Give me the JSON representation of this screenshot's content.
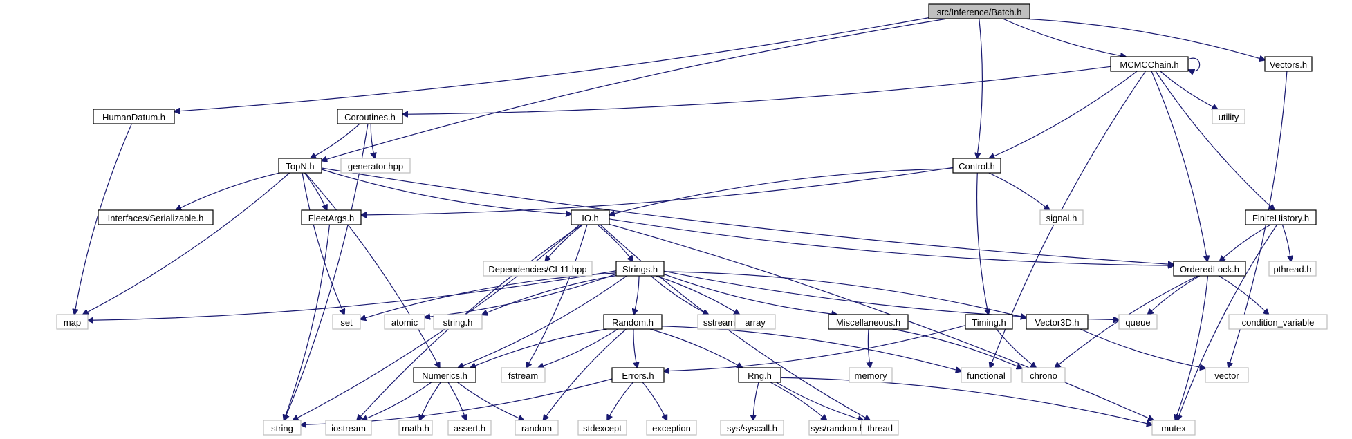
{
  "graph": {
    "root": "batch",
    "nodes": [
      {
        "id": "batch",
        "label": "src/Inference/Batch.h",
        "kind": "root"
      },
      {
        "id": "mcmcchain",
        "label": "MCMCChain.h",
        "kind": "file"
      },
      {
        "id": "vectors",
        "label": "Vectors.h",
        "kind": "file"
      },
      {
        "id": "humandatum",
        "label": "HumanDatum.h",
        "kind": "file"
      },
      {
        "id": "coroutines",
        "label": "Coroutines.h",
        "kind": "file"
      },
      {
        "id": "utility",
        "label": "utility",
        "kind": "system"
      },
      {
        "id": "generator",
        "label": "generator.hpp",
        "kind": "system"
      },
      {
        "id": "topn",
        "label": "TopN.h",
        "kind": "file"
      },
      {
        "id": "control",
        "label": "Control.h",
        "kind": "file"
      },
      {
        "id": "serializable",
        "label": "Interfaces/Serializable.h",
        "kind": "file"
      },
      {
        "id": "fleetargs",
        "label": "FleetArgs.h",
        "kind": "file"
      },
      {
        "id": "io",
        "label": "IO.h",
        "kind": "file"
      },
      {
        "id": "signal",
        "label": "signal.h",
        "kind": "system"
      },
      {
        "id": "finitehistory",
        "label": "FiniteHistory.h",
        "kind": "file"
      },
      {
        "id": "cl11",
        "label": "Dependencies/CL11.hpp",
        "kind": "system"
      },
      {
        "id": "strings",
        "label": "Strings.h",
        "kind": "file"
      },
      {
        "id": "orderedlock",
        "label": "OrderedLock.h",
        "kind": "file"
      },
      {
        "id": "pthread",
        "label": "pthread.h",
        "kind": "system"
      },
      {
        "id": "map",
        "label": "map",
        "kind": "system"
      },
      {
        "id": "set",
        "label": "set",
        "kind": "system"
      },
      {
        "id": "atomic",
        "label": "atomic",
        "kind": "system"
      },
      {
        "id": "stringh",
        "label": "string.h",
        "kind": "system"
      },
      {
        "id": "random_h",
        "label": "Random.h",
        "kind": "file"
      },
      {
        "id": "sstream",
        "label": "sstream",
        "kind": "system"
      },
      {
        "id": "array",
        "label": "array",
        "kind": "system"
      },
      {
        "id": "misc",
        "label": "Miscellaneous.h",
        "kind": "file"
      },
      {
        "id": "timing",
        "label": "Timing.h",
        "kind": "file"
      },
      {
        "id": "vector3d",
        "label": "Vector3D.h",
        "kind": "file"
      },
      {
        "id": "queue",
        "label": "queue",
        "kind": "system"
      },
      {
        "id": "condvar",
        "label": "condition_variable",
        "kind": "system"
      },
      {
        "id": "numerics",
        "label": "Numerics.h",
        "kind": "file"
      },
      {
        "id": "fstream",
        "label": "fstream",
        "kind": "system"
      },
      {
        "id": "errors",
        "label": "Errors.h",
        "kind": "file"
      },
      {
        "id": "rng",
        "label": "Rng.h",
        "kind": "file"
      },
      {
        "id": "memory",
        "label": "memory",
        "kind": "system"
      },
      {
        "id": "functional",
        "label": "functional",
        "kind": "system"
      },
      {
        "id": "chrono",
        "label": "chrono",
        "kind": "system"
      },
      {
        "id": "vector",
        "label": "vector",
        "kind": "system"
      },
      {
        "id": "string",
        "label": "string",
        "kind": "system"
      },
      {
        "id": "iostream",
        "label": "iostream",
        "kind": "system"
      },
      {
        "id": "mathh",
        "label": "math.h",
        "kind": "system"
      },
      {
        "id": "asserth",
        "label": "assert.h",
        "kind": "system"
      },
      {
        "id": "random",
        "label": "random",
        "kind": "system"
      },
      {
        "id": "stdexcept",
        "label": "stdexcept",
        "kind": "system"
      },
      {
        "id": "exception",
        "label": "exception",
        "kind": "system"
      },
      {
        "id": "syscall",
        "label": "sys/syscall.h",
        "kind": "system"
      },
      {
        "id": "sysrandom",
        "label": "sys/random.h",
        "kind": "system"
      },
      {
        "id": "thread",
        "label": "thread",
        "kind": "system"
      },
      {
        "id": "mutex",
        "label": "mutex",
        "kind": "system"
      }
    ],
    "edges": [
      [
        "batch",
        "humandatum"
      ],
      [
        "batch",
        "topn"
      ],
      [
        "batch",
        "control"
      ],
      [
        "batch",
        "mcmcchain"
      ],
      [
        "batch",
        "vectors"
      ],
      [
        "mcmcchain",
        "mcmcchain"
      ],
      [
        "mcmcchain",
        "coroutines"
      ],
      [
        "mcmcchain",
        "utility"
      ],
      [
        "mcmcchain",
        "control"
      ],
      [
        "mcmcchain",
        "finitehistory"
      ],
      [
        "mcmcchain",
        "orderedlock"
      ],
      [
        "mcmcchain",
        "functional"
      ],
      [
        "vectors",
        "vector"
      ],
      [
        "humandatum",
        "map"
      ],
      [
        "coroutines",
        "topn"
      ],
      [
        "coroutines",
        "generator"
      ],
      [
        "coroutines",
        "string"
      ],
      [
        "topn",
        "serializable"
      ],
      [
        "topn",
        "fleetargs"
      ],
      [
        "topn",
        "io"
      ],
      [
        "topn",
        "map"
      ],
      [
        "topn",
        "set"
      ],
      [
        "topn",
        "numerics"
      ],
      [
        "topn",
        "orderedlock"
      ],
      [
        "control",
        "fleetargs"
      ],
      [
        "control",
        "io"
      ],
      [
        "control",
        "signal"
      ],
      [
        "control",
        "timing"
      ],
      [
        "fleetargs",
        "string"
      ],
      [
        "io",
        "cl11"
      ],
      [
        "io",
        "strings"
      ],
      [
        "io",
        "orderedlock"
      ],
      [
        "io",
        "string"
      ],
      [
        "io",
        "iostream"
      ],
      [
        "io",
        "fstream"
      ],
      [
        "io",
        "thread"
      ],
      [
        "io",
        "mutex"
      ],
      [
        "finitehistory",
        "orderedlock"
      ],
      [
        "finitehistory",
        "pthread"
      ],
      [
        "finitehistory",
        "mutex"
      ],
      [
        "strings",
        "map"
      ],
      [
        "strings",
        "set"
      ],
      [
        "strings",
        "atomic"
      ],
      [
        "strings",
        "stringh"
      ],
      [
        "strings",
        "random_h"
      ],
      [
        "strings",
        "sstream"
      ],
      [
        "strings",
        "array"
      ],
      [
        "strings",
        "misc"
      ],
      [
        "strings",
        "vector3d"
      ],
      [
        "strings",
        "queue"
      ],
      [
        "strings",
        "numerics"
      ],
      [
        "orderedlock",
        "queue"
      ],
      [
        "orderedlock",
        "condvar"
      ],
      [
        "orderedlock",
        "chrono"
      ],
      [
        "orderedlock",
        "mutex"
      ],
      [
        "random_h",
        "numerics"
      ],
      [
        "random_h",
        "fstream"
      ],
      [
        "random_h",
        "errors"
      ],
      [
        "random_h",
        "rng"
      ],
      [
        "random_h",
        "random"
      ],
      [
        "random_h",
        "functional"
      ],
      [
        "misc",
        "memory"
      ],
      [
        "misc",
        "chrono"
      ],
      [
        "timing",
        "chrono"
      ],
      [
        "timing",
        "errors"
      ],
      [
        "vector3d",
        "vector"
      ],
      [
        "numerics",
        "iostream"
      ],
      [
        "numerics",
        "mathh"
      ],
      [
        "numerics",
        "asserth"
      ],
      [
        "numerics",
        "random"
      ],
      [
        "errors",
        "string"
      ],
      [
        "errors",
        "stdexcept"
      ],
      [
        "errors",
        "exception"
      ],
      [
        "rng",
        "syscall"
      ],
      [
        "rng",
        "sysrandom"
      ],
      [
        "rng",
        "thread"
      ],
      [
        "rng",
        "mutex"
      ]
    ]
  },
  "colors": {
    "edge": "#191970",
    "root_fill": "#bfbfbf",
    "file_border": "#000000",
    "system_border": "#bfbfbf"
  }
}
